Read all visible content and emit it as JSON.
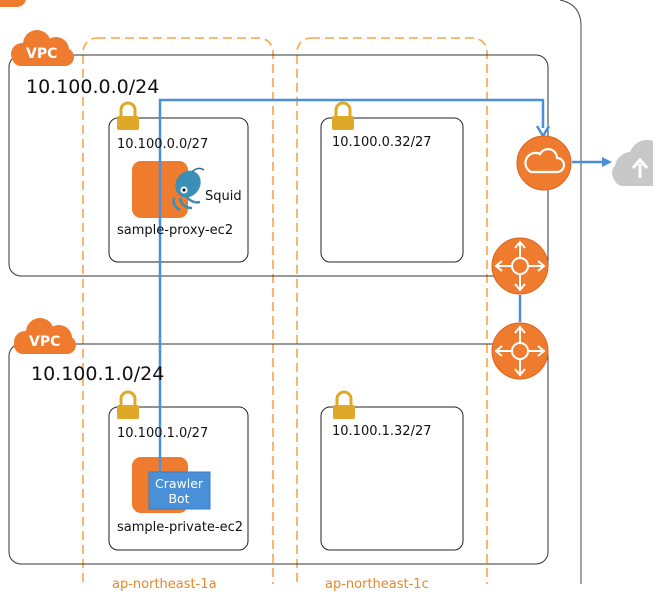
{
  "vpcs": [
    {
      "badge": "VPC",
      "cidr": "10.100.0.0/24"
    },
    {
      "badge": "VPC",
      "cidr": "10.100.1.0/24"
    }
  ],
  "subnets": [
    {
      "cidr": "10.100.0.0/27"
    },
    {
      "cidr": "10.100.0.32/27"
    },
    {
      "cidr": "10.100.1.0/27"
    },
    {
      "cidr": "10.100.1.32/27"
    }
  ],
  "instances": {
    "proxy": {
      "name": "sample-proxy-ec2",
      "software": "Squid"
    },
    "private": {
      "name": "sample-private-ec2",
      "app": "Crawler Bot"
    }
  },
  "availability_zones": [
    "ap-northeast-1a",
    "ap-northeast-1c"
  ],
  "icons": {
    "internet_gateway": "cloud-icon",
    "internet": "cloud-upload-icon",
    "peering": "router-icon",
    "subnet_lock": "lock-icon",
    "instance": "ec2-instance-icon",
    "squid": "squid-icon"
  },
  "colors": {
    "aws_orange": "#ef7b2f",
    "az_border": "#f5a64a",
    "route_line": "#4a90d9",
    "lock_gold": "#e0a828",
    "bot_box": "#4a90d9",
    "cloud_grey": "#c8c8c8"
  }
}
